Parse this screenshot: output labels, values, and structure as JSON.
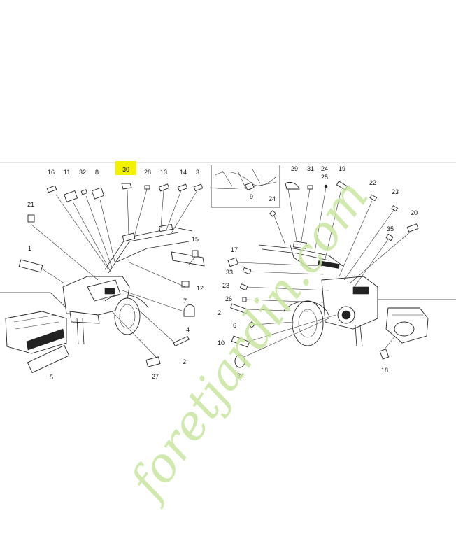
{
  "callouts": {
    "c16": "16",
    "c11": "11",
    "c32": "32",
    "c8": "8",
    "c30": "30",
    "c28": "28",
    "c13": "13",
    "c14": "14",
    "c3": "3",
    "c21": "21",
    "c1": "1",
    "c15": "15",
    "c7": "7",
    "c12": "12",
    "c4": "4",
    "c5": "5",
    "c27": "27",
    "c2a": "2",
    "c9": "9",
    "c29": "29",
    "c31": "31",
    "c24a": "24",
    "c25": "25",
    "c19": "19",
    "c22": "22",
    "c23a": "23",
    "c20": "20",
    "c24b": "24",
    "c35": "35",
    "c17": "17",
    "c33": "33",
    "c23b": "23",
    "c26": "26",
    "c2b": "2",
    "c6": "6",
    "c10": "10",
    "c34": "34",
    "c18": "18"
  },
  "highlight": {
    "color": "#f2f200",
    "callout": "30"
  },
  "watermark": {
    "text": "foretjardin.com",
    "color_green": "#c8e6a0",
    "color_orange": "#f5c08a",
    "color_gray": "#c8c4c0"
  }
}
